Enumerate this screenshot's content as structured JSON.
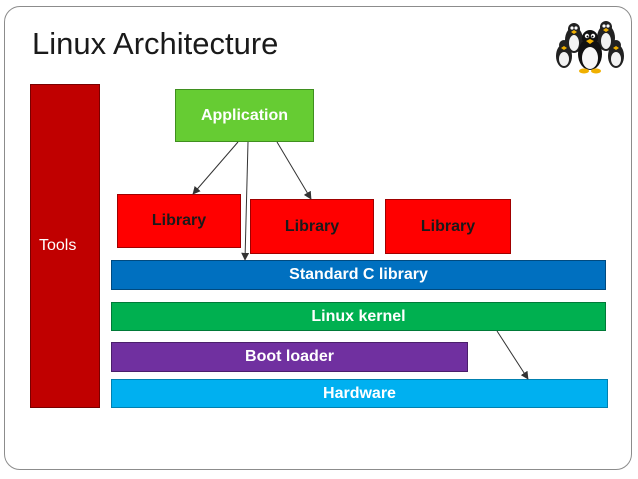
{
  "title": "Linux Architecture",
  "logo_icon": "tux-penguins-icon",
  "blocks": {
    "tools": "Tools",
    "application": "Application",
    "libraries": [
      "Library",
      "Library",
      "Library"
    ],
    "standard_c_library": "Standard C library",
    "linux_kernel": "Linux kernel",
    "boot_loader": "Boot loader",
    "hardware": "Hardware"
  },
  "colors": {
    "tools": "#c00000",
    "application": "#66cc33",
    "library": "#ff0000",
    "standard_c_library": "#0070c0",
    "linux_kernel": "#00b050",
    "boot_loader": "#7030a0",
    "hardware": "#00b0f0"
  }
}
